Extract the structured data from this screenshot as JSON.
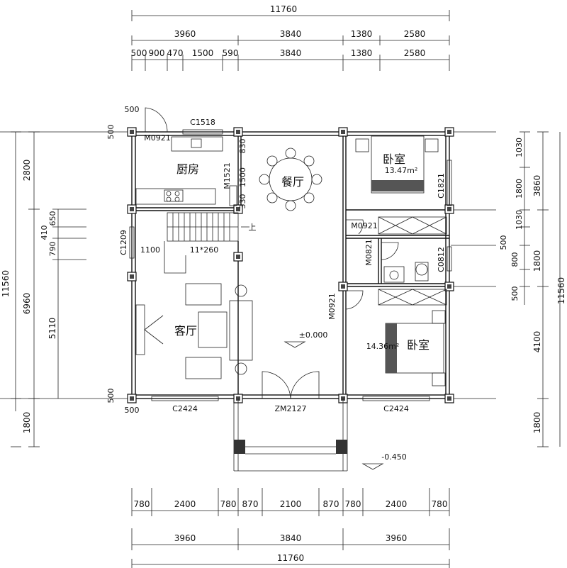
{
  "dims": {
    "top_total": "11760",
    "top_row1": [
      "3960",
      "3840",
      "1380",
      "2580"
    ],
    "top_row2": [
      "500",
      "900",
      "470",
      "1500",
      "590",
      "3840",
      "1380",
      "2580"
    ],
    "bottom_row1": [
      "780",
      "2400",
      "780",
      "870",
      "2100",
      "870",
      "780",
      "2400",
      "780"
    ],
    "bottom_row2": [
      "3960",
      "3840",
      "3960"
    ],
    "bottom_total": "11760",
    "left_total": "11560",
    "left_outer": [
      "2800",
      "6960",
      "1800"
    ],
    "left_inner": [
      "650",
      "410",
      "790",
      "5110"
    ],
    "right_total": "11560",
    "right_outer": [
      "3860",
      "1800",
      "4100",
      "1800"
    ],
    "right_inner": [
      "1030",
      "1800",
      "1030",
      "500",
      "800",
      "500"
    ],
    "corner_500": "500",
    "stair_1100": "1100",
    "kitchen_830": "830",
    "kitchen_1500": "1500",
    "kitchen_330": "330"
  },
  "rooms": {
    "kitchen": "厨房",
    "dining": "餐厅",
    "living": "客厅",
    "bedroom1": "卧室",
    "bedroom1_area": "13.47m²",
    "bedroom2": "卧室",
    "bedroom2_area": "14.36m²"
  },
  "labels": {
    "c1518": "C1518",
    "m0921_top": "M0921",
    "m1521": "M1521",
    "m0921_bed": "M0921",
    "m0821": "M0821",
    "c0812": "C0812",
    "c1821": "C1821",
    "c1209": "C1209",
    "m0921_mid": "M0921",
    "stairs": "11*260",
    "stairs_up": "上",
    "level0": "±0.000",
    "level_out": "-0.450",
    "c2424_left": "C2424",
    "zm2127": "ZM2127",
    "c2424_right": "C2424"
  }
}
